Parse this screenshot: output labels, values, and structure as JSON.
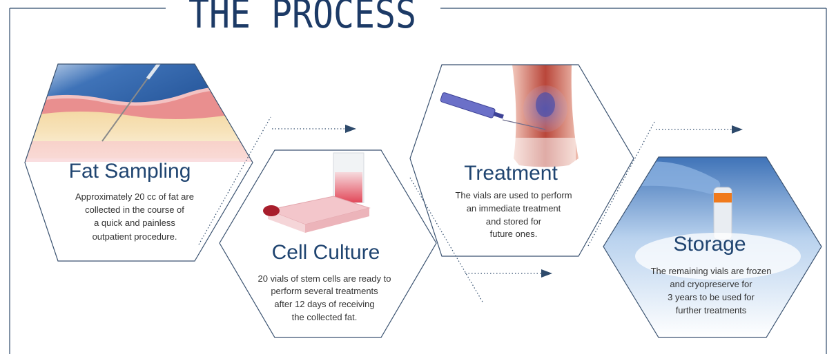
{
  "title": "THE PROCESS",
  "steps": [
    {
      "title": "Fat Sampling",
      "lines": [
        "Approximately 20 cc of fat are",
        "collected in the course of",
        "a quick and painless",
        "outpatient procedure."
      ]
    },
    {
      "title": "Cell Culture",
      "lines": [
        "20 vials of stem cells are ready to",
        "perform several treatments",
        "after 12 days of receiving",
        "the collected fat."
      ]
    },
    {
      "title": "Treatment",
      "lines": [
        "The vials are used to perform",
        "an immediate treatment",
        "and stored for",
        "future ones."
      ]
    },
    {
      "title": "Storage",
      "lines": [
        "The remaining vials are frozen",
        "and cryopreserve for",
        "3 years to be used for",
        "further treatments"
      ]
    }
  ],
  "colors": {
    "frame": "#2e4a6b",
    "title": "#1c3a66",
    "step_title": "#1f4470",
    "body_text": "#333333",
    "hex_border": "#3a5270",
    "arrow": "#2e4a6b"
  }
}
